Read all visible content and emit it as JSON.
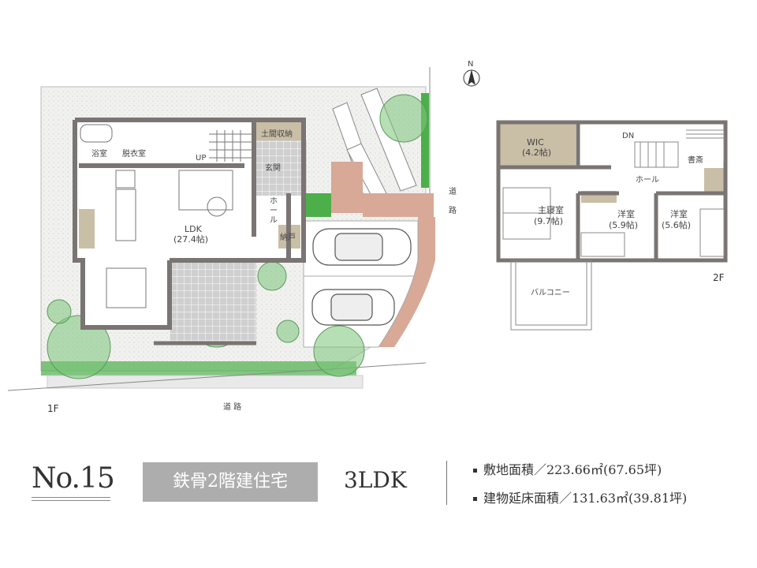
{
  "plan_1f": {
    "floor_label": "1F",
    "road_bottom": "道 路",
    "road_right": [
      "道",
      "路"
    ],
    "rooms": {
      "bath": "浴室",
      "dressing": "脱衣室",
      "up": "UP",
      "doma_storage": "土間収納",
      "entrance": "玄関",
      "hall": [
        "ホ",
        "ー",
        "ル"
      ],
      "ldk": "LDK",
      "ldk_size": "(27.4帖)",
      "storage": "納戸"
    }
  },
  "plan_2f": {
    "floor_label": "2F",
    "north": "N",
    "rooms": {
      "wic": "WIC",
      "wic_size": "(4.2帖)",
      "dn": "DN",
      "study": "書斎",
      "hall": "ホール",
      "master": "主寝室",
      "master_size": "(9.7帖)",
      "western1": "洋室",
      "western1_size": "(5.9帖)",
      "western2": "洋室",
      "western2_size": "(5.6帖)",
      "balcony": "バルコニー"
    }
  },
  "footer": {
    "number": "No.15",
    "structure": "鉄骨2階建住宅",
    "layout": "3LDK",
    "site_area": "敷地面積／223.66㎡(67.65坪)",
    "floor_area": "建物延床面積／131.63㎡(39.81坪)"
  },
  "colors": {
    "wall": "#7a7472",
    "storage": "#c9bea6",
    "green": "#4caf4a",
    "paving": "#d7a996",
    "tile": "#c8c8c8"
  }
}
